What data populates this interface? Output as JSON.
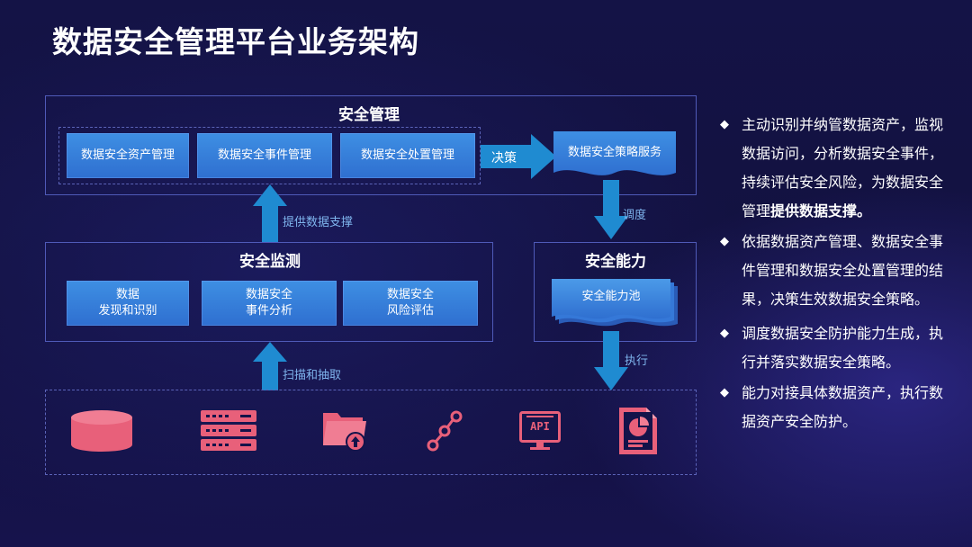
{
  "title": "数据安全管理平台业务架构",
  "management": {
    "title": "安全管理",
    "boxes": [
      "数据安全资产管理",
      "数据安全事件管理",
      "数据安全处置管理"
    ],
    "decision_label": "决策",
    "policy_service": "数据安全策略服务",
    "schedule_label": "调度"
  },
  "support_label": "提供数据支撑",
  "monitoring": {
    "title": "安全监测",
    "boxes": [
      {
        "line1": "数据",
        "line2": "发现和识别"
      },
      {
        "line1": "数据安全",
        "line2": "事件分析"
      },
      {
        "line1": "数据安全",
        "line2": "风险评估"
      }
    ]
  },
  "capability": {
    "title": "安全能力",
    "pool": "安全能力池",
    "execute_label": "执行"
  },
  "scan_label": "扫描和抽取",
  "icons": [
    "database-icon",
    "server-icon",
    "folder-upload-icon",
    "workflow-icon",
    "api-icon",
    "report-document-icon"
  ],
  "api_text": "API",
  "bullets": [
    {
      "text": "主动识别并纳管数据资产，监视数据访问，分析数据安全事件，持续评估安全风险，为数据安全管理",
      "bold": "提供数据支撑。"
    },
    {
      "text": "依据数据资产管理、数据安全事件管理和数据安全处置管理的结果，决策生效数据安全策略。",
      "bold": ""
    },
    {
      "text": "调度数据安全防护能力生成，执行并落实数据安全策略。",
      "bold": ""
    },
    {
      "text": "能力对接具体数据资产，执行数据资产安全防护。",
      "bold": ""
    }
  ],
  "colors": {
    "accent_box": "#3e8fe3",
    "arrow": "#1f8bd1",
    "icon": "#e8607a",
    "panel_border": "#4f5ab8"
  }
}
